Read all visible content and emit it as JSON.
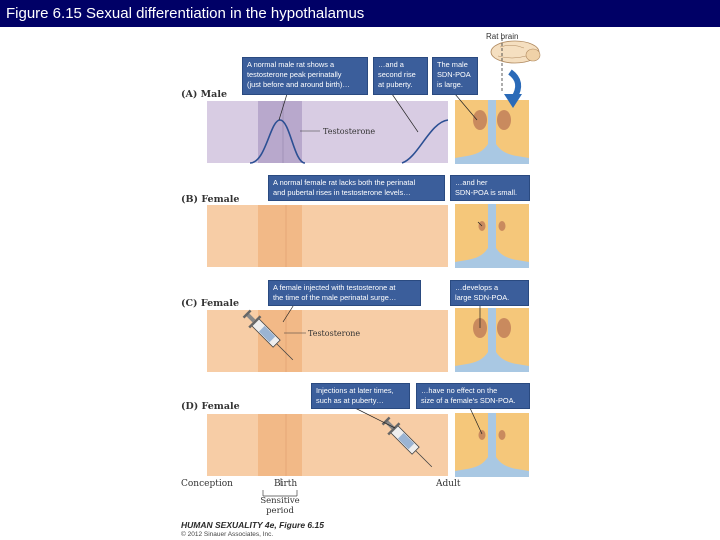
{
  "slide": {
    "title": "Figure 6.15  Sexual differentiation in the hypothalamus"
  },
  "rat_label": "Rat brain",
  "panels": [
    {
      "label": "(A) Male",
      "callouts": [
        "A normal male rat shows a\ntestosterone peak perinatally\n(just before and around birth)…",
        "…and a\nsecond rise\nat puberty.",
        "The male\nSDN-POA\nis large."
      ],
      "curve_label": "Testosterone",
      "sdn_poa_size": "large"
    },
    {
      "label": "(B) Female",
      "callouts": [
        "A normal female rat lacks both the perinatal\nand pubertal rises in testosterone levels…",
        "…and her\nSDN-POA is small."
      ],
      "sdn_poa_size": "small"
    },
    {
      "label": "(C) Female",
      "callouts": [
        "A female injected with testosterone at\nthe time of the male perinatal surge…",
        "…develops a\nlarge SDN-POA."
      ],
      "curve_label": "Testosterone",
      "sdn_poa_size": "large"
    },
    {
      "label": "(D) Female",
      "callouts": [
        "Injections at later times,\nsuch as at puberty…",
        "…have no effect on the\nsize of a female's SDN-POA."
      ],
      "sdn_poa_size": "small"
    }
  ],
  "timeline": {
    "conception": "Conception",
    "birth": "Birth",
    "adult": "Adult",
    "sensitive_period": "Sensitive\nperiod"
  },
  "credit": {
    "book": "HUMAN SEXUALITY 4e, Figure 6.15",
    "copyright": "© 2012 Sinauer Associates, Inc."
  },
  "colors": {
    "title_bg": "#000066",
    "male_strip": "#d8cce3",
    "male_sensitive": "#b8a8cc",
    "female_strip": "#f7cda6",
    "female_sensitive": "#f2b987",
    "callout_bg": "#3b5e9b",
    "curve": "#2b4f93",
    "brain_tissue": "#f5c77a",
    "ventricle": "#a9c8e3",
    "nucleus": "#c98a5e"
  }
}
